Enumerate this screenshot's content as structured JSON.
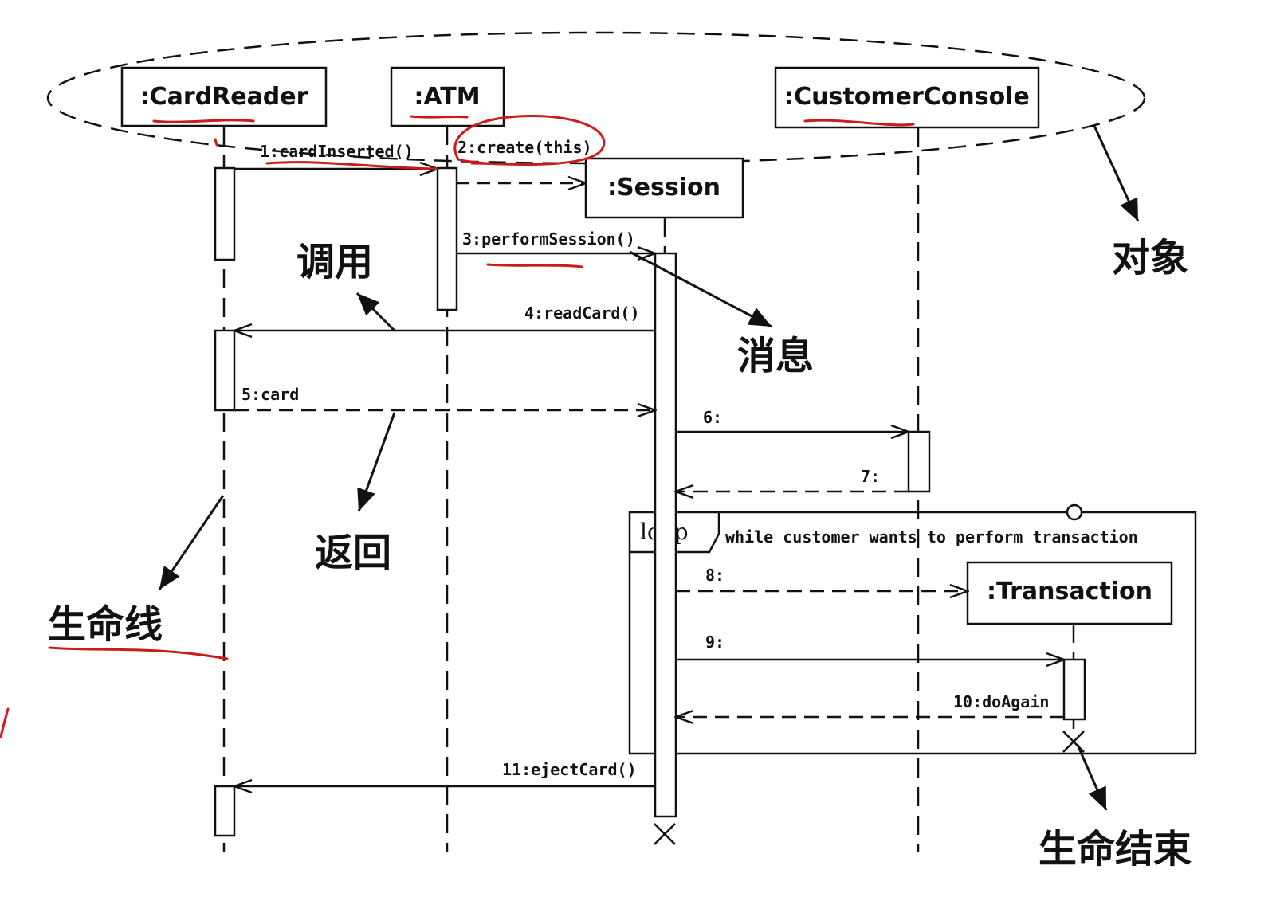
{
  "objects": {
    "card_reader": ":CardReader",
    "atm": ":ATM",
    "customer_console": ":CustomerConsole",
    "session": ":Session",
    "transaction": ":Transaction"
  },
  "messages": {
    "m1": "1:cardInserted()",
    "m2": "2:create(this)",
    "m3": "3:performSession()",
    "m4": "4:readCard()",
    "m5": "5:card",
    "m6": "6:",
    "m7": "7:",
    "m8": "8:",
    "m9": "9:",
    "m10": "10:doAgain",
    "m11": "11:ejectCard()"
  },
  "loop": {
    "keyword": "loop",
    "guard": "while customer wants to perform transaction"
  },
  "annotations": {
    "objects": "对象",
    "call": "调用",
    "message": "消息",
    "return": "返回",
    "lifeline": "生命线",
    "end_of_life": "生命结束"
  },
  "colors": {
    "ink": "#111111",
    "handwriting": "#cc1a1a"
  }
}
